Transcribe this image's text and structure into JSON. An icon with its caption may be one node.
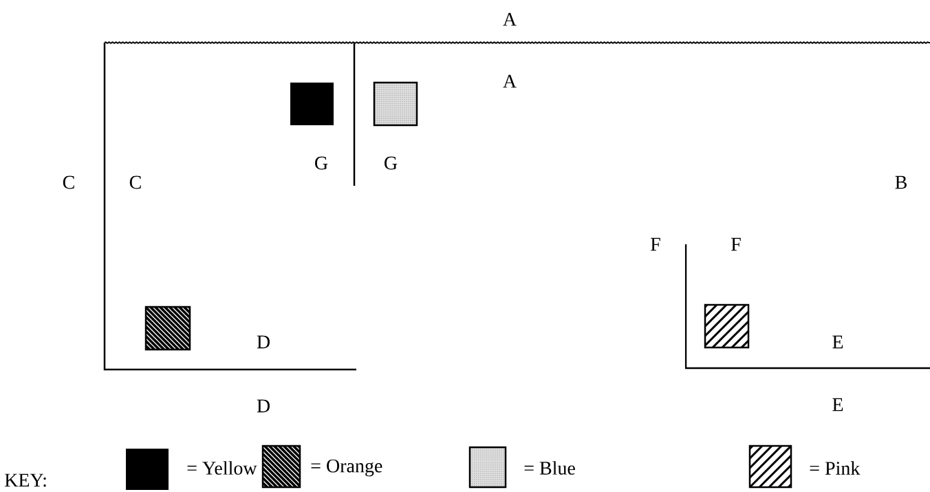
{
  "diagram": {
    "labels": [
      "A",
      "A",
      "G",
      "G",
      "C",
      "C",
      "B",
      "F",
      "F",
      "D",
      "E",
      "D",
      "E",
      "KEY:"
    ],
    "legend": [
      {
        "text": "= Yellow"
      },
      {
        "text": "= Orange"
      },
      {
        "text": "= Blue"
      },
      {
        "text": "= Pink"
      }
    ]
  }
}
